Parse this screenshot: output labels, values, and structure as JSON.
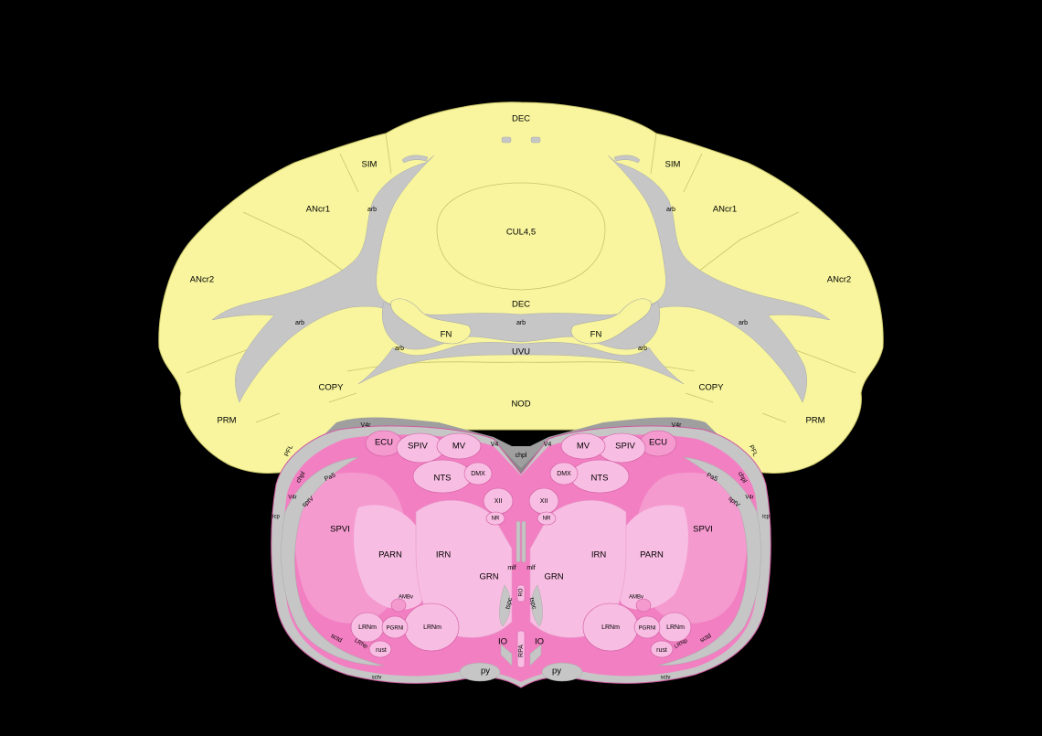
{
  "colors": {
    "background": "#000000",
    "cerebellum": "#f8f59e",
    "cerebellum_line": "#c8c46a",
    "white_matter": "#c6c6c6",
    "ventricle": "#9f9f9f",
    "medulla_dark": "#f27fc2",
    "medulla_mid": "#f49acf",
    "medulla_light": "#f8bde2",
    "medulla_outline": "#cf5aa0"
  },
  "labels": {
    "dec_top": "DEC",
    "sim_l": "SIM",
    "sim_r": "SIM",
    "ancr1_l": "ANcr1",
    "ancr1_r": "ANcr1",
    "ancr2_l": "ANcr2",
    "ancr2_r": "ANcr2",
    "arb_ul": "arb",
    "arb_ur": "arb",
    "cul": "CUL4,5",
    "dec_mid": "DEC",
    "arb_c": "arb",
    "arb_ml": "arb",
    "arb_mr": "arb",
    "arb_ll": "arb",
    "arb_lr": "arb",
    "fn_l": "FN",
    "fn_r": "FN",
    "uvu": "UVU",
    "nod": "NOD",
    "copy_l": "COPY",
    "copy_r": "COPY",
    "prm_l": "PRM",
    "prm_r": "PRM",
    "pfl_l": "PFL",
    "pfl_r": "PFL",
    "v4r_ul": "V4r",
    "v4r_ur": "V4r",
    "v4_l": "V4",
    "v4_r": "V4",
    "chpl_c": "chpl",
    "chpl_l": "chpl",
    "chpl_r": "chpl",
    "v4r_ll": "V4r",
    "v4r_lr": "V4r",
    "ecu_l": "ECU",
    "ecu_r": "ECU",
    "spiv_l": "SPIV",
    "spiv_r": "SPIV",
    "mv_l": "MV",
    "mv_r": "MV",
    "nts_l": "NTS",
    "nts_r": "NTS",
    "dmx_l": "DMX",
    "dmx_r": "DMX",
    "pa5_l": "Pa5",
    "pa5_r": "Pa5",
    "sptv_l": "sptV",
    "sptv_r": "sptV",
    "xii_l": "XII",
    "xii_r": "XII",
    "nr_l": "NR",
    "nr_r": "NR",
    "spvi_l": "SPVI",
    "spvi_r": "SPVI",
    "parn_l": "PARN",
    "parn_r": "PARN",
    "irn_l": "IRN",
    "irn_r": "IRN",
    "grn_l": "GRN",
    "grn_r": "GRN",
    "mlf_l": "mlf",
    "mlf_r": "mlf",
    "tspc_l": "tspc",
    "tspc_r": "tspc",
    "ro": "RO",
    "ambv_l": "AMBv",
    "ambv_r": "AMBv",
    "lrnm_l1": "LRNm",
    "lrnm_l2": "LRNm",
    "lrnm_r1": "LRNm",
    "lrnm_r2": "LRNm",
    "pgrnl_l": "PGRNl",
    "pgrnl_r": "PGRNl",
    "sctd_l": "sctd",
    "sctd_r": "sctd",
    "lrnp_l": "LRNp",
    "lrnp_r": "LRNp",
    "rust_l": "rust",
    "rust_r": "rust",
    "io_l": "IO",
    "io_r": "IO",
    "rpa": "RPA",
    "py_l": "py",
    "py_r": "py",
    "icp_l": "icp",
    "icp_r": "icp",
    "sctv_l": "sctv",
    "sctv_r": "sctv"
  }
}
